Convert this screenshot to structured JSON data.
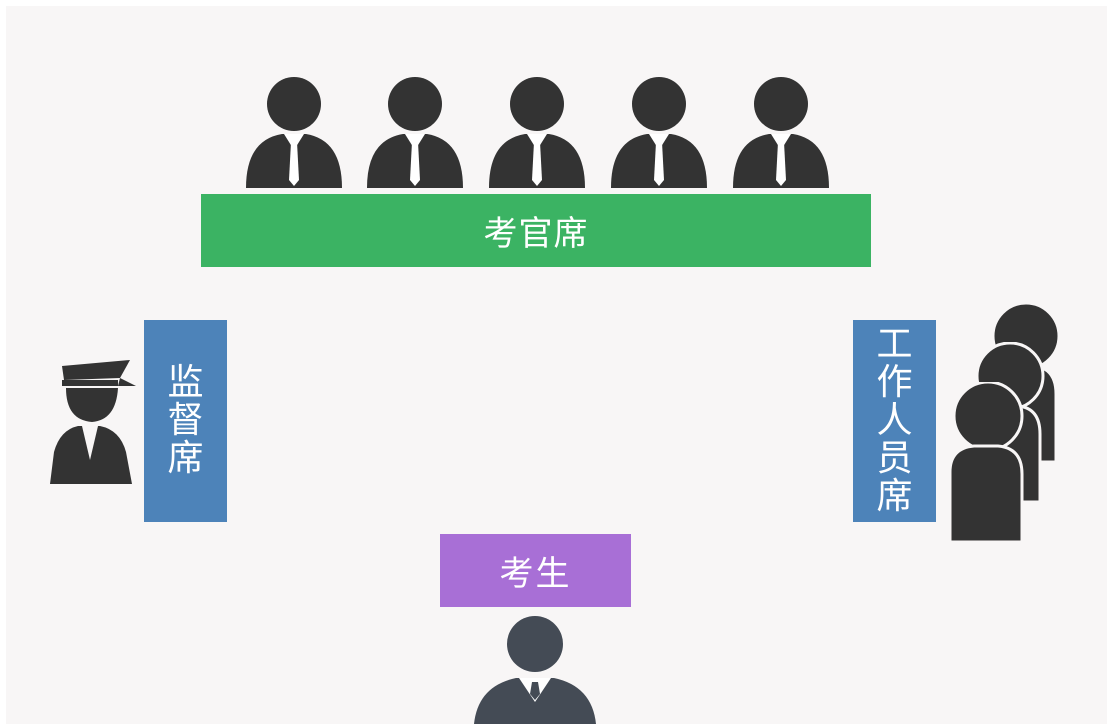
{
  "labels": {
    "examiner_table": "考官席",
    "supervisor_desk": "监督席",
    "staff_desk": "工作人员席",
    "examinee_desk": "考生"
  },
  "figures": {
    "examiners": [
      "examiner-person-icon",
      "examiner-person-icon",
      "examiner-person-icon",
      "examiner-person-icon",
      "examiner-person-icon"
    ],
    "supervisor": "guard-person-icon",
    "staff": [
      "staff-person-icon",
      "staff-person-icon",
      "staff-person-icon"
    ],
    "examinee": "candidate-person-icon"
  },
  "colors": {
    "examiner_table": "#3bb363",
    "side_desks": "#4d83b9",
    "examinee_desk": "#a86fd6",
    "person": "#333333",
    "examinee_person": "#444b55",
    "background": "#f8f6f6"
  }
}
